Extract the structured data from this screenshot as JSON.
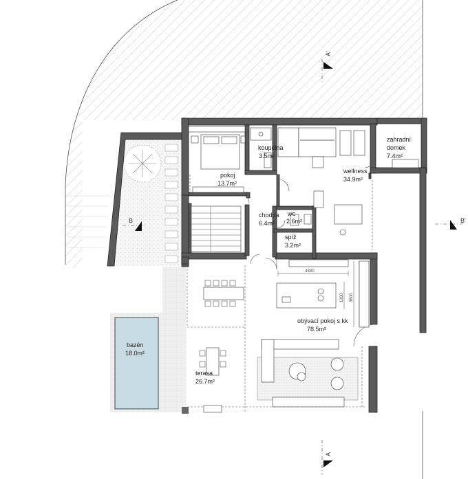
{
  "rooms": {
    "koupelna": {
      "name": "koupelna",
      "area": "3.5m²"
    },
    "zahradni": {
      "name_line1": "zahradní",
      "name_line2": "domek",
      "area": "7.4m²"
    },
    "pokoj": {
      "name": "pokoj",
      "area": "13.7m²"
    },
    "wellness": {
      "name": "wellness",
      "area": "34.9m²"
    },
    "chodba": {
      "name": "chodba",
      "area": "6.4m²"
    },
    "wc": {
      "name": "wc",
      "area": "2.6m²"
    },
    "spiz": {
      "name": "spíž",
      "area": "3.2m²"
    },
    "obyvaci": {
      "name": "obývací pokoj s kk",
      "area": "78.5m²"
    },
    "bazen": {
      "name": "bazén",
      "area": "18.0m²"
    },
    "terasa": {
      "name": "terasa",
      "area": "26.7m²"
    }
  },
  "dimensions": {
    "d4300": "4300",
    "d1200": "1200",
    "d3600": "3600"
  },
  "sections": {
    "a_top": "A'",
    "a_bottom": "A",
    "b_left": "B",
    "b_right": "B'"
  },
  "colors": {
    "wall": "#5a5a5a",
    "pool": "#c7dde3",
    "paving": "#eeeeee"
  }
}
